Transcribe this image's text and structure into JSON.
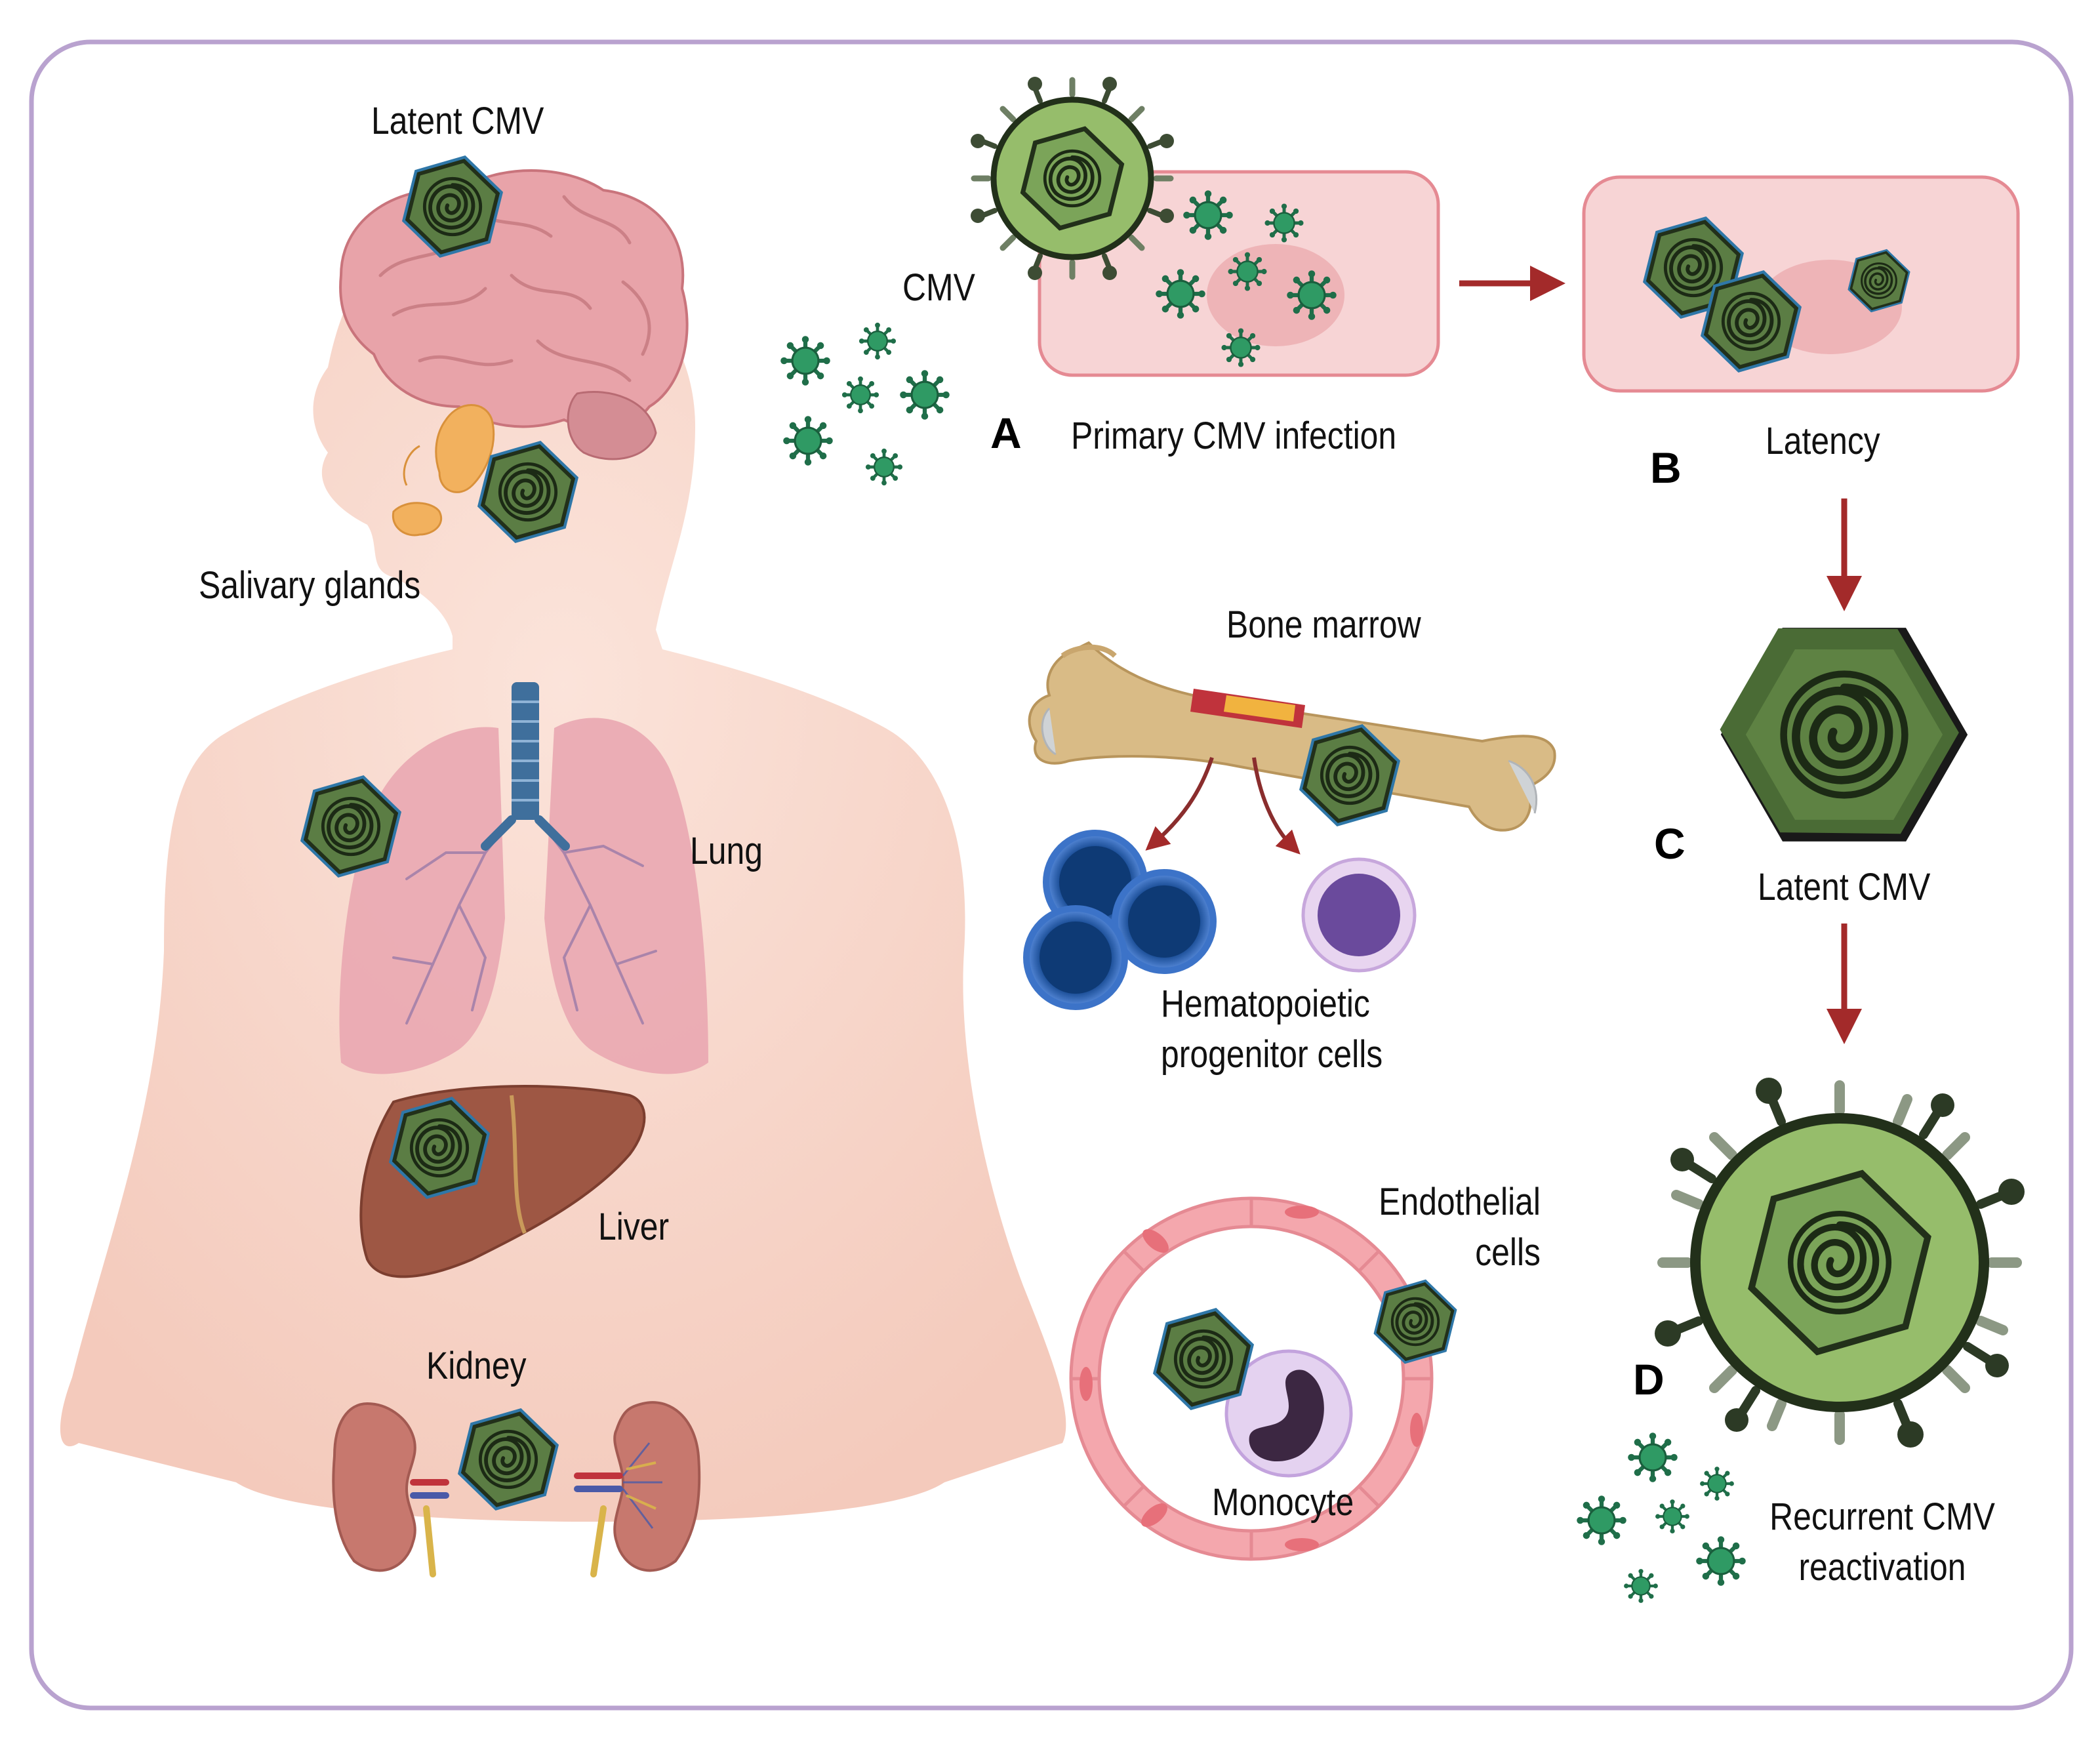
{
  "labels": {
    "latent_cmv_brain": "Latent CMV",
    "salivary_glands": "Salivary glands",
    "lung": "Lung",
    "liver": "Liver",
    "kidney": "Kidney",
    "cmv": "CMV",
    "primary_infection": "Primary CMV infection",
    "latency": "Latency",
    "bone_marrow": "Bone marrow",
    "hematopoietic_line1": "Hematopoietic",
    "hematopoietic_line2": "progenitor cells",
    "endothelial_line1": "Endothelial",
    "endothelial_line2": "cells",
    "monocyte": "Monocyte",
    "latent_cmv_c": "Latent CMV",
    "recurrent_line1": "Recurrent CMV",
    "recurrent_line2": "reactivation"
  },
  "stages": {
    "a": "A",
    "b": "B",
    "c": "C",
    "d": "D"
  },
  "colors": {
    "frame_border": "#b9a2cf",
    "skin": "#f6d3c6",
    "brain": "#e8a3a9",
    "lung": "#e9a7b1",
    "trachea": "#3f6f9c",
    "liver": "#9e5744",
    "kidney": "#c7786e",
    "salivary": "#f2b15e",
    "cell_fill": "#f7d4d5",
    "cell_border": "#e58a93",
    "nucleus": "#eeb4b7",
    "latent_virus_fill": "#5b7d44",
    "latent_virus_dark": "#22301a",
    "virion_fill": "#96bd6b",
    "small_virus": "#27845a",
    "arrow": "#a32a2a",
    "bone": "#d9bb86",
    "progenitor": "#103e7c",
    "monocyte": "#9c7ad0",
    "endothelium": "#f4a7ad",
    "text": "#111111"
  }
}
